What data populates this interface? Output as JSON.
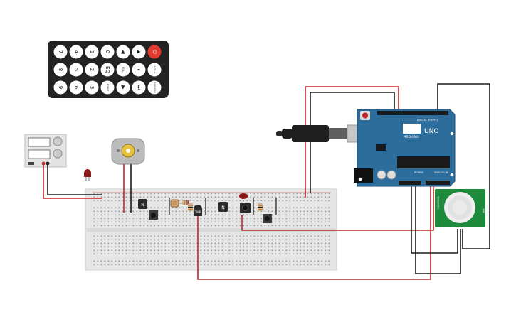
{
  "remote": {
    "buttons": [
      {
        "label": "7"
      },
      {
        "label": "4"
      },
      {
        "label": "1"
      },
      {
        "label": "0"
      },
      {
        "label": "◀"
      },
      {
        "label": "▲"
      },
      {
        "label": "⏻"
      },
      {
        "label": "8"
      },
      {
        "label": "5"
      },
      {
        "label": "2"
      },
      {
        "label": "EQ"
      },
      {
        "label": "VOL-"
      },
      {
        "label": "⏸"
      },
      {
        "label": "VOL+"
      },
      {
        "label": "9"
      },
      {
        "label": "6"
      },
      {
        "label": "3"
      },
      {
        "label": "ST/REPT"
      },
      {
        "label": "▶"
      },
      {
        "label": "⏭"
      },
      {
        "label": "FUNC/STOP"
      }
    ]
  },
  "arduino": {
    "brand": "ARDUINO",
    "model": "UNO",
    "header_digital": "DIGITAL (PWM~)",
    "header_power": "POWER",
    "header_analog": "ANALOG IN"
  },
  "transistors": [
    {
      "label": "N"
    },
    {
      "label": "N"
    }
  ],
  "sensor": {
    "label": "TMP"
  },
  "pir": {
    "side_left": "HC-SR501",
    "side_right": "PIR"
  },
  "colors": {
    "wire_red": "#c0252a",
    "wire_black": "#1a1a1a",
    "arduino_blue": "#2d6d9c",
    "pir_green": "#1e8a3c",
    "led_red": "#8b1a1a"
  }
}
